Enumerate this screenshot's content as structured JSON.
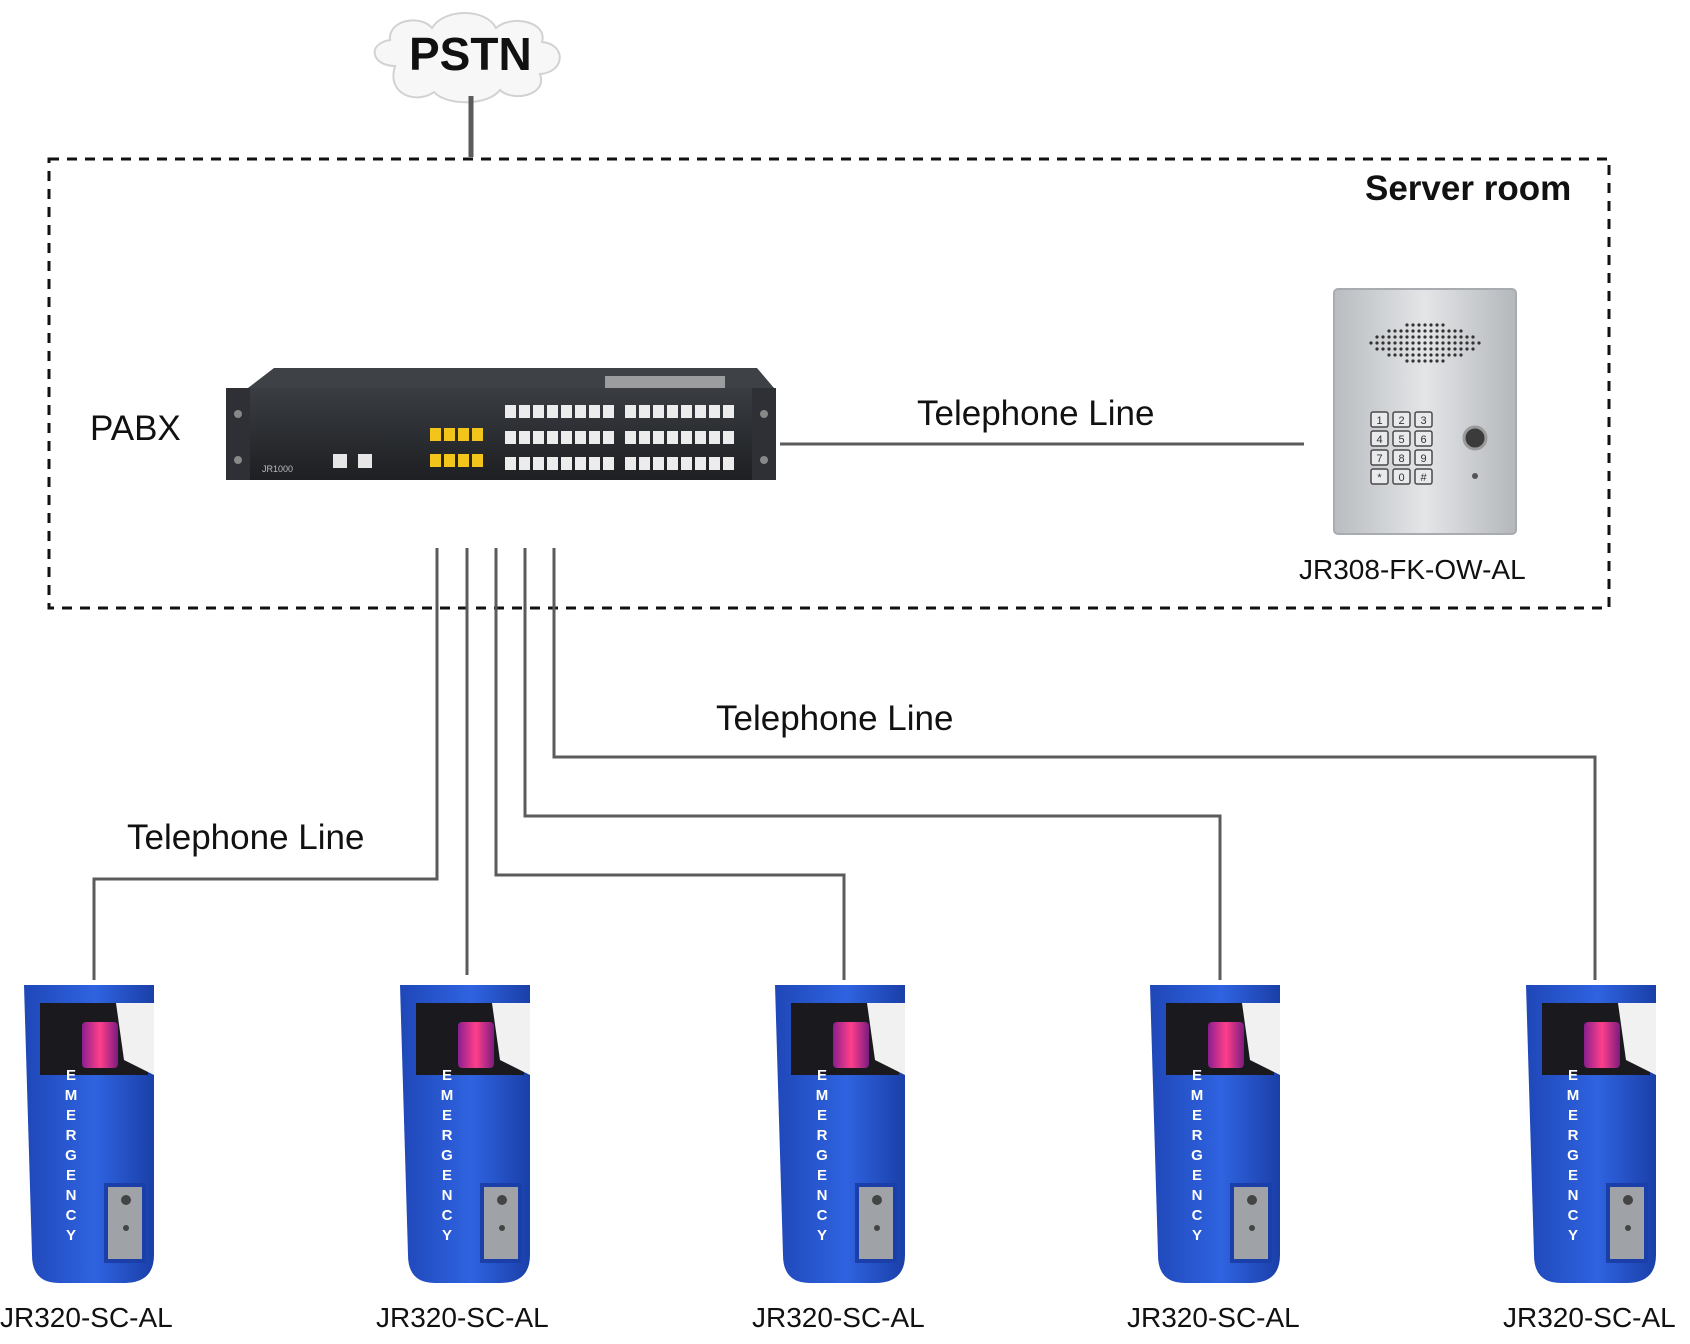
{
  "cloud": {
    "label": "PSTN"
  },
  "room": {
    "label": "Server room"
  },
  "pabx": {
    "label": "PABX",
    "model_text": "JR1000"
  },
  "intercom": {
    "model": "JR308-FK-OW-AL",
    "keypad_keys": [
      "1",
      "2",
      "3",
      "4",
      "5",
      "6",
      "7",
      "8",
      "9",
      "*",
      "0",
      "#"
    ]
  },
  "connections": [
    {
      "label": "Telephone Line"
    },
    {
      "label": "Telephone Line"
    },
    {
      "label": "Telephone Line"
    }
  ],
  "pillars": [
    {
      "model": "JR320-SC-AL",
      "side_text": "EMERGENCY"
    },
    {
      "model": "JR320-SC-AL",
      "side_text": "EMERGENCY"
    },
    {
      "model": "JR320-SC-AL",
      "side_text": "EMERGENCY"
    },
    {
      "model": "JR320-SC-AL",
      "side_text": "EMERGENCY"
    },
    {
      "model": "JR320-SC-AL",
      "side_text": "EMERGENCY"
    }
  ],
  "colors": {
    "pillar_blue": "#2a59d6",
    "line_gray": "#5b5b5b",
    "pabx_body": "#26282c",
    "port_yellow": "#f3c51a",
    "plate_steel": "#cfd2d5"
  }
}
